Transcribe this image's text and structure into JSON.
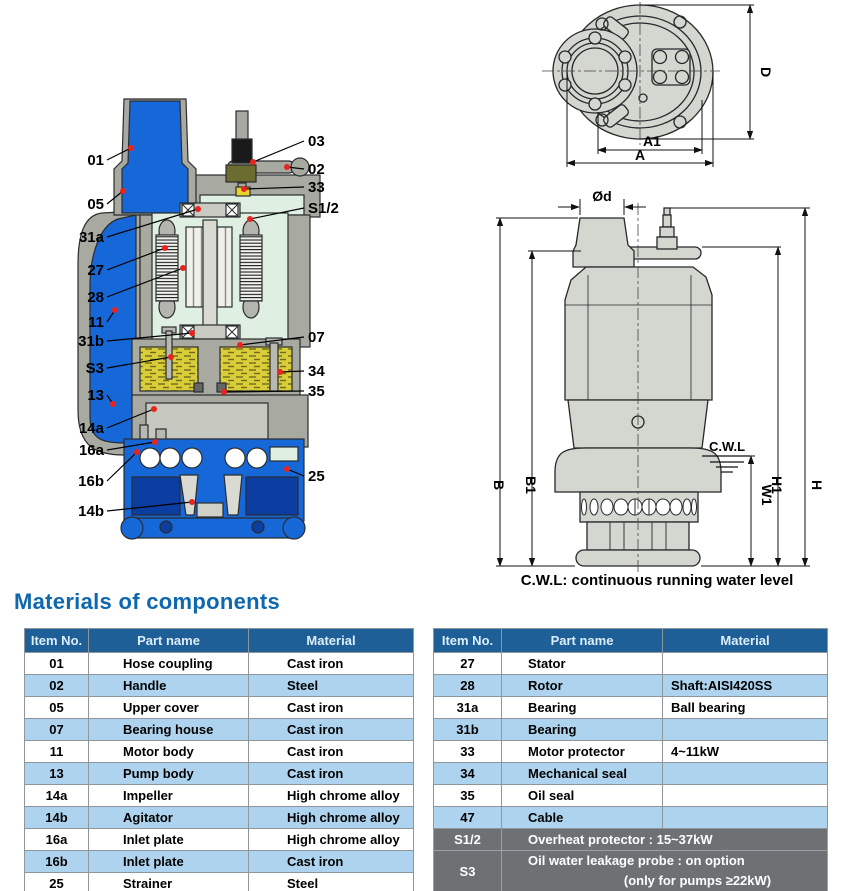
{
  "section_title": "Materials of components",
  "caption": "C.W.L: continuous running water level",
  "cross_section": {
    "labels": [
      "01",
      "05",
      "31a",
      "27",
      "28",
      "11",
      "31b",
      "S3",
      "13",
      "14a",
      "16a",
      "16b",
      "14b",
      "03",
      "02",
      "33",
      "S1/2",
      "07",
      "34",
      "35",
      "25"
    ]
  },
  "top_view": {
    "labels": {
      "D": "D",
      "A1": "A1",
      "A": "A"
    }
  },
  "side_view": {
    "labels": {
      "diameter": "Ød",
      "B": "B",
      "B1": "B1",
      "H": "H",
      "H1": "H1",
      "W1": "W1",
      "cwl": "C.W.L"
    }
  },
  "tables": {
    "headers": [
      "Item No.",
      "Part name",
      "Material"
    ],
    "left_rows": [
      [
        "01",
        "Hose coupling",
        "Cast iron"
      ],
      [
        "02",
        "Handle",
        "Steel"
      ],
      [
        "05",
        "Upper cover",
        "Cast iron"
      ],
      [
        "07",
        "Bearing house",
        "Cast iron"
      ],
      [
        "11",
        "Motor body",
        "Cast iron"
      ],
      [
        "13",
        "Pump body",
        "Cast iron"
      ],
      [
        "14a",
        "Impeller",
        "High chrome alloy"
      ],
      [
        "14b",
        "Agitator",
        "High chrome alloy"
      ],
      [
        "16a",
        "Inlet plate",
        "High chrome alloy"
      ],
      [
        "16b",
        "Inlet plate",
        "Cast iron"
      ],
      [
        "25",
        "Strainer",
        "Steel"
      ]
    ],
    "right_rows": [
      [
        "27",
        "Stator",
        ""
      ],
      [
        "28",
        "Rotor",
        "Shaft:AISI420SS"
      ],
      [
        "31a",
        "Bearing",
        "Ball bearing"
      ],
      [
        "31b",
        "Bearing",
        ""
      ],
      [
        "33",
        "Motor protector",
        "4~11kW"
      ],
      [
        "34",
        "Mechanical seal",
        ""
      ],
      [
        "35",
        "Oil seal",
        ""
      ],
      [
        "47",
        "Cable",
        ""
      ]
    ],
    "right_special": [
      {
        "item": "S1/2",
        "lines": [
          "Overheat protector :  15~37kW"
        ]
      },
      {
        "item": "S3",
        "lines": [
          "Oil water leakage probe : on option",
          "(only for pumps ≥22kW)"
        ]
      }
    ]
  },
  "colors": {
    "pump_blue": "#1668d8",
    "pump_dark_blue": "#0b3ea0",
    "metal_gray": "#a8aaa2",
    "drawing_gray": "#d4d6d0",
    "mint": "#dff0e3",
    "oil_yellow": "#d9ce3a",
    "marker_red": "#e8241d",
    "table_header": "#1d5f96",
    "row_alt": "#aed3ee",
    "special_row": "#6d7174",
    "heading_blue": "#0f68ad"
  }
}
